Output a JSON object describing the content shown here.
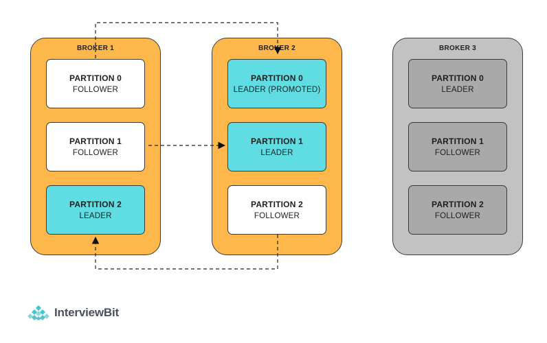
{
  "colors": {
    "broker_active": "#fdb74a",
    "broker_inactive": "#c2c2c2",
    "leader": "#5fdde2",
    "follower": "#ffffff",
    "inactive_partition": "#a9a9a9"
  },
  "brokers": [
    {
      "title": "BROKER 1",
      "partitions": [
        {
          "name": "PARTITION 0",
          "role": "FOLLOWER",
          "state": "follower"
        },
        {
          "name": "PARTITION 1",
          "role": "FOLLOWER",
          "state": "follower"
        },
        {
          "name": "PARTITION 2",
          "role": "LEADER",
          "state": "leader"
        }
      ]
    },
    {
      "title": "BROKER 2",
      "partitions": [
        {
          "name": "PARTITION 0",
          "role": "LEADER (PROMOTED)",
          "state": "leader"
        },
        {
          "name": "PARTITION 1",
          "role": "LEADER",
          "state": "leader"
        },
        {
          "name": "PARTITION 2",
          "role": "FOLLOWER",
          "state": "follower"
        }
      ]
    },
    {
      "title": "BROKER 3",
      "partitions": [
        {
          "name": "PARTITION 0",
          "role": "LEADER",
          "state": "inactive"
        },
        {
          "name": "PARTITION 1",
          "role": "FOLLOWER",
          "state": "inactive"
        },
        {
          "name": "PARTITION 2",
          "role": "FOLLOWER",
          "state": "inactive"
        }
      ]
    }
  ],
  "logo": {
    "text": "InterviewBit",
    "icon": "interviewbit-logo-icon"
  }
}
